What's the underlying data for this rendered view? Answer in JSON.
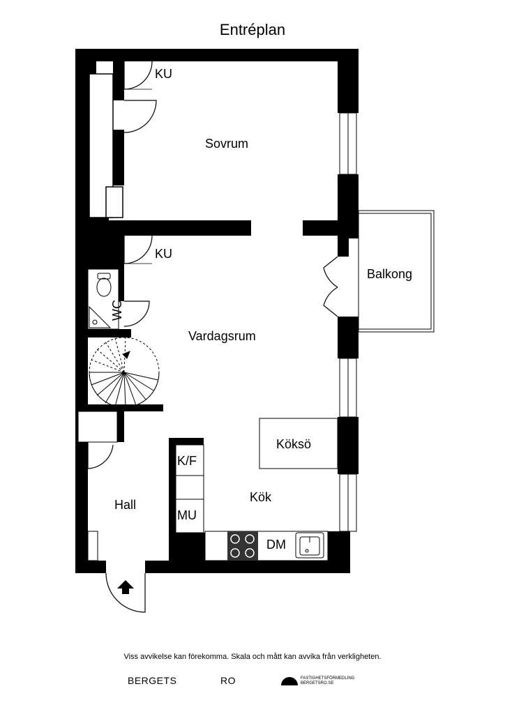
{
  "title": "Entréplan",
  "rooms": {
    "ku_top": "KU",
    "sovrum": "Sovrum",
    "ku_mid": "KU",
    "balkong": "Balkong",
    "wc": "WC",
    "vardagsrum": "Vardagsrum",
    "koksoe": "Köksö",
    "kf": "K/F",
    "kok": "Kök",
    "hall": "Hall",
    "mu": "MU",
    "dm": "DM"
  },
  "footer": {
    "disclaimer": "Viss avvikelse kan förekomma. Skala och mått kan avvika från verkligheten.",
    "brand_left": "BERGETS",
    "brand_right": "RO",
    "logo_line1": "FASTIGHETSFÖRMEDLING",
    "logo_line2": "BERGETSRO.SE"
  }
}
